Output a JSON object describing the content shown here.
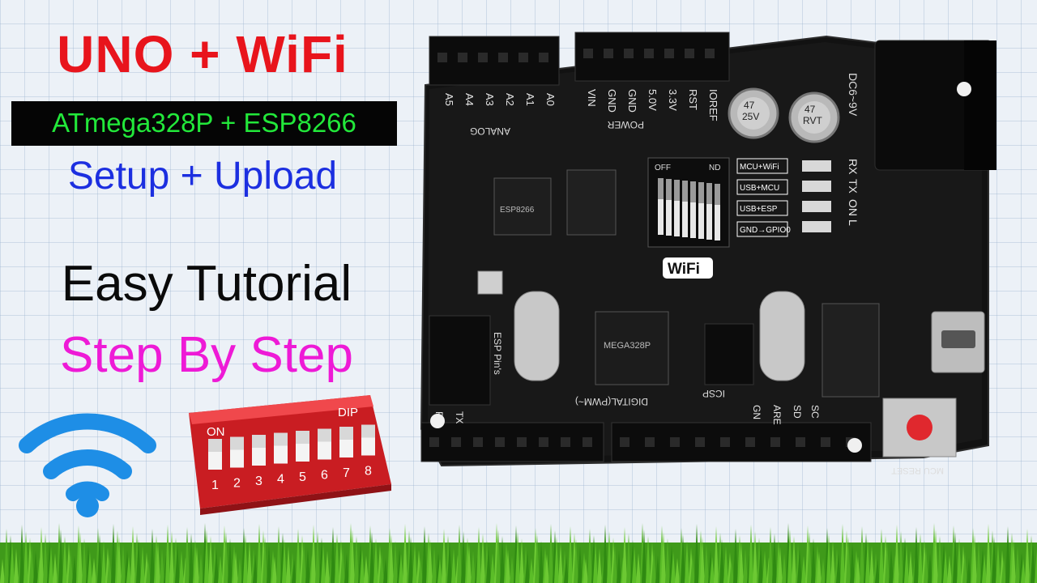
{
  "title": {
    "text": "UNO + WiFi",
    "color": "#e8141c"
  },
  "subtitle": {
    "text": "ATmega328P + ESP8266",
    "color": "#22e83a",
    "bar_color": "#050505"
  },
  "setup": {
    "text": "Setup  + Upload",
    "color": "#1c2fe0"
  },
  "easy": {
    "text": "Easy Tutorial",
    "color": "#0a0a0a"
  },
  "step": {
    "text": "Step By Step",
    "color": "#ee1ad6"
  },
  "wifi_icon": {
    "icon": "wifi-icon",
    "color": "#1e8ee6"
  },
  "dip_switch": {
    "icon": "dip-switch",
    "color": "#e02a2e",
    "on_label": "ON",
    "dip_label": "DIP",
    "numbers": [
      "1",
      "2",
      "3",
      "4",
      "5",
      "6",
      "7",
      "8"
    ]
  },
  "board": {
    "icon": "arduino-uno-wifi-board",
    "color": "#101010",
    "analog_pins": [
      "A5",
      "A4",
      "A3",
      "A2",
      "A1",
      "A0"
    ],
    "analog_label": "ANALOG",
    "power_pins": [
      "VIN",
      "GND",
      "GND",
      "5.0V",
      "3.3V",
      "RST",
      "IOREF"
    ],
    "power_label": "POWER",
    "dc_label": "DC6~9V",
    "cap_label_1": "47",
    "cap_label_2": "25V",
    "cap_label_3": "RVT",
    "wifi_badge": "WiFi",
    "dip_modes": [
      "MCU+WiFi",
      "USB+MCU",
      "USB+ESP",
      "GND→GPIO0"
    ],
    "leds": [
      "RX",
      "TX",
      "ON",
      "L"
    ],
    "digital_label": "DIGITAL(PWM~)",
    "icsp_label": "ICSP",
    "esp_pins_label": "ESP Pin's",
    "rx_label": "RX",
    "tx_label": "TX",
    "gnd_label": "GN",
    "aref_label": "ARE",
    "sda_label": "SD",
    "scl_label": "SC",
    "mcu_chip_label": "MEGA328P",
    "mcu_reset_label": "MCU RESET",
    "esp_chip_label": "ESP8266",
    "off_label": "OFF",
    "nd_label": "ND",
    "on_label": "ON"
  },
  "grass": {
    "icon": "grass",
    "color": "#4fae22"
  }
}
